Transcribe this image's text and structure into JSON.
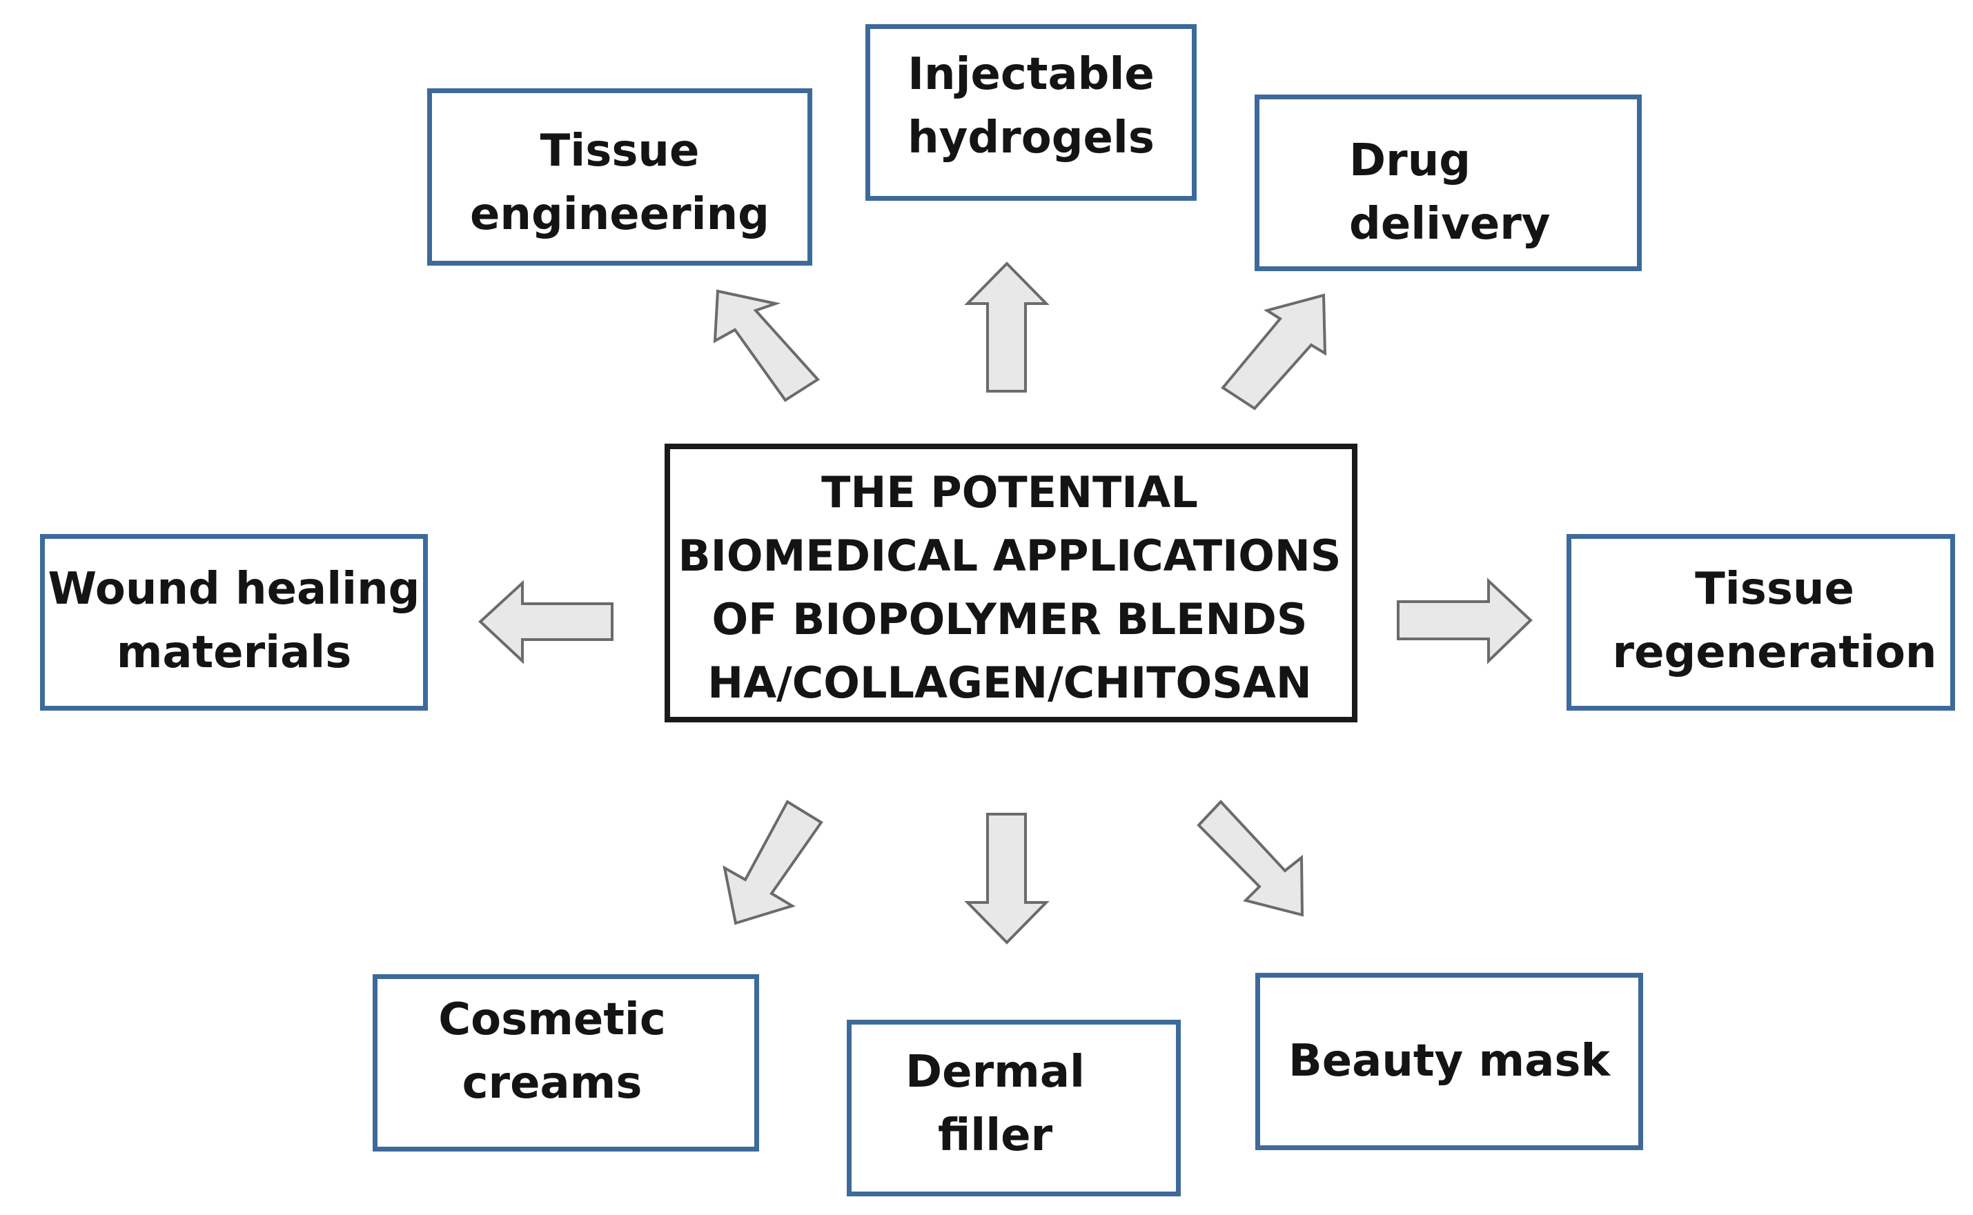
{
  "colors": {
    "box_border": "#3d6a9b",
    "center_border": "#1a1a1a",
    "arrow_fill": "#e8e8e8",
    "arrow_stroke": "#6b6b6b",
    "text": "#141414"
  },
  "center": {
    "lines": [
      "THE POTENTIAL",
      "BIOMEDICAL APPLICATIONS",
      "OF BIOPOLYMER BLENDS",
      "HA/COLLAGEN/CHITOSAN"
    ]
  },
  "applications": {
    "tissue_engineering": [
      "Tissue",
      "engineering"
    ],
    "injectable_hydrogels": [
      "Injectable",
      "hydrogels"
    ],
    "drug_delivery": [
      "Drug",
      "delivery"
    ],
    "wound_healing": [
      "Wound healing",
      "materials"
    ],
    "tissue_regeneration": [
      "Tissue",
      "regeneration"
    ],
    "cosmetic_creams": [
      "Cosmetic",
      "creams"
    ],
    "dermal_filler": [
      "Dermal",
      "filler"
    ],
    "beauty_mask": [
      "Beauty mask"
    ]
  },
  "arrow_icons": [
    "arrow-up-left-icon",
    "arrow-up-icon",
    "arrow-up-right-icon",
    "arrow-left-icon",
    "arrow-right-icon",
    "arrow-down-left-icon",
    "arrow-down-icon",
    "arrow-down-right-icon"
  ]
}
